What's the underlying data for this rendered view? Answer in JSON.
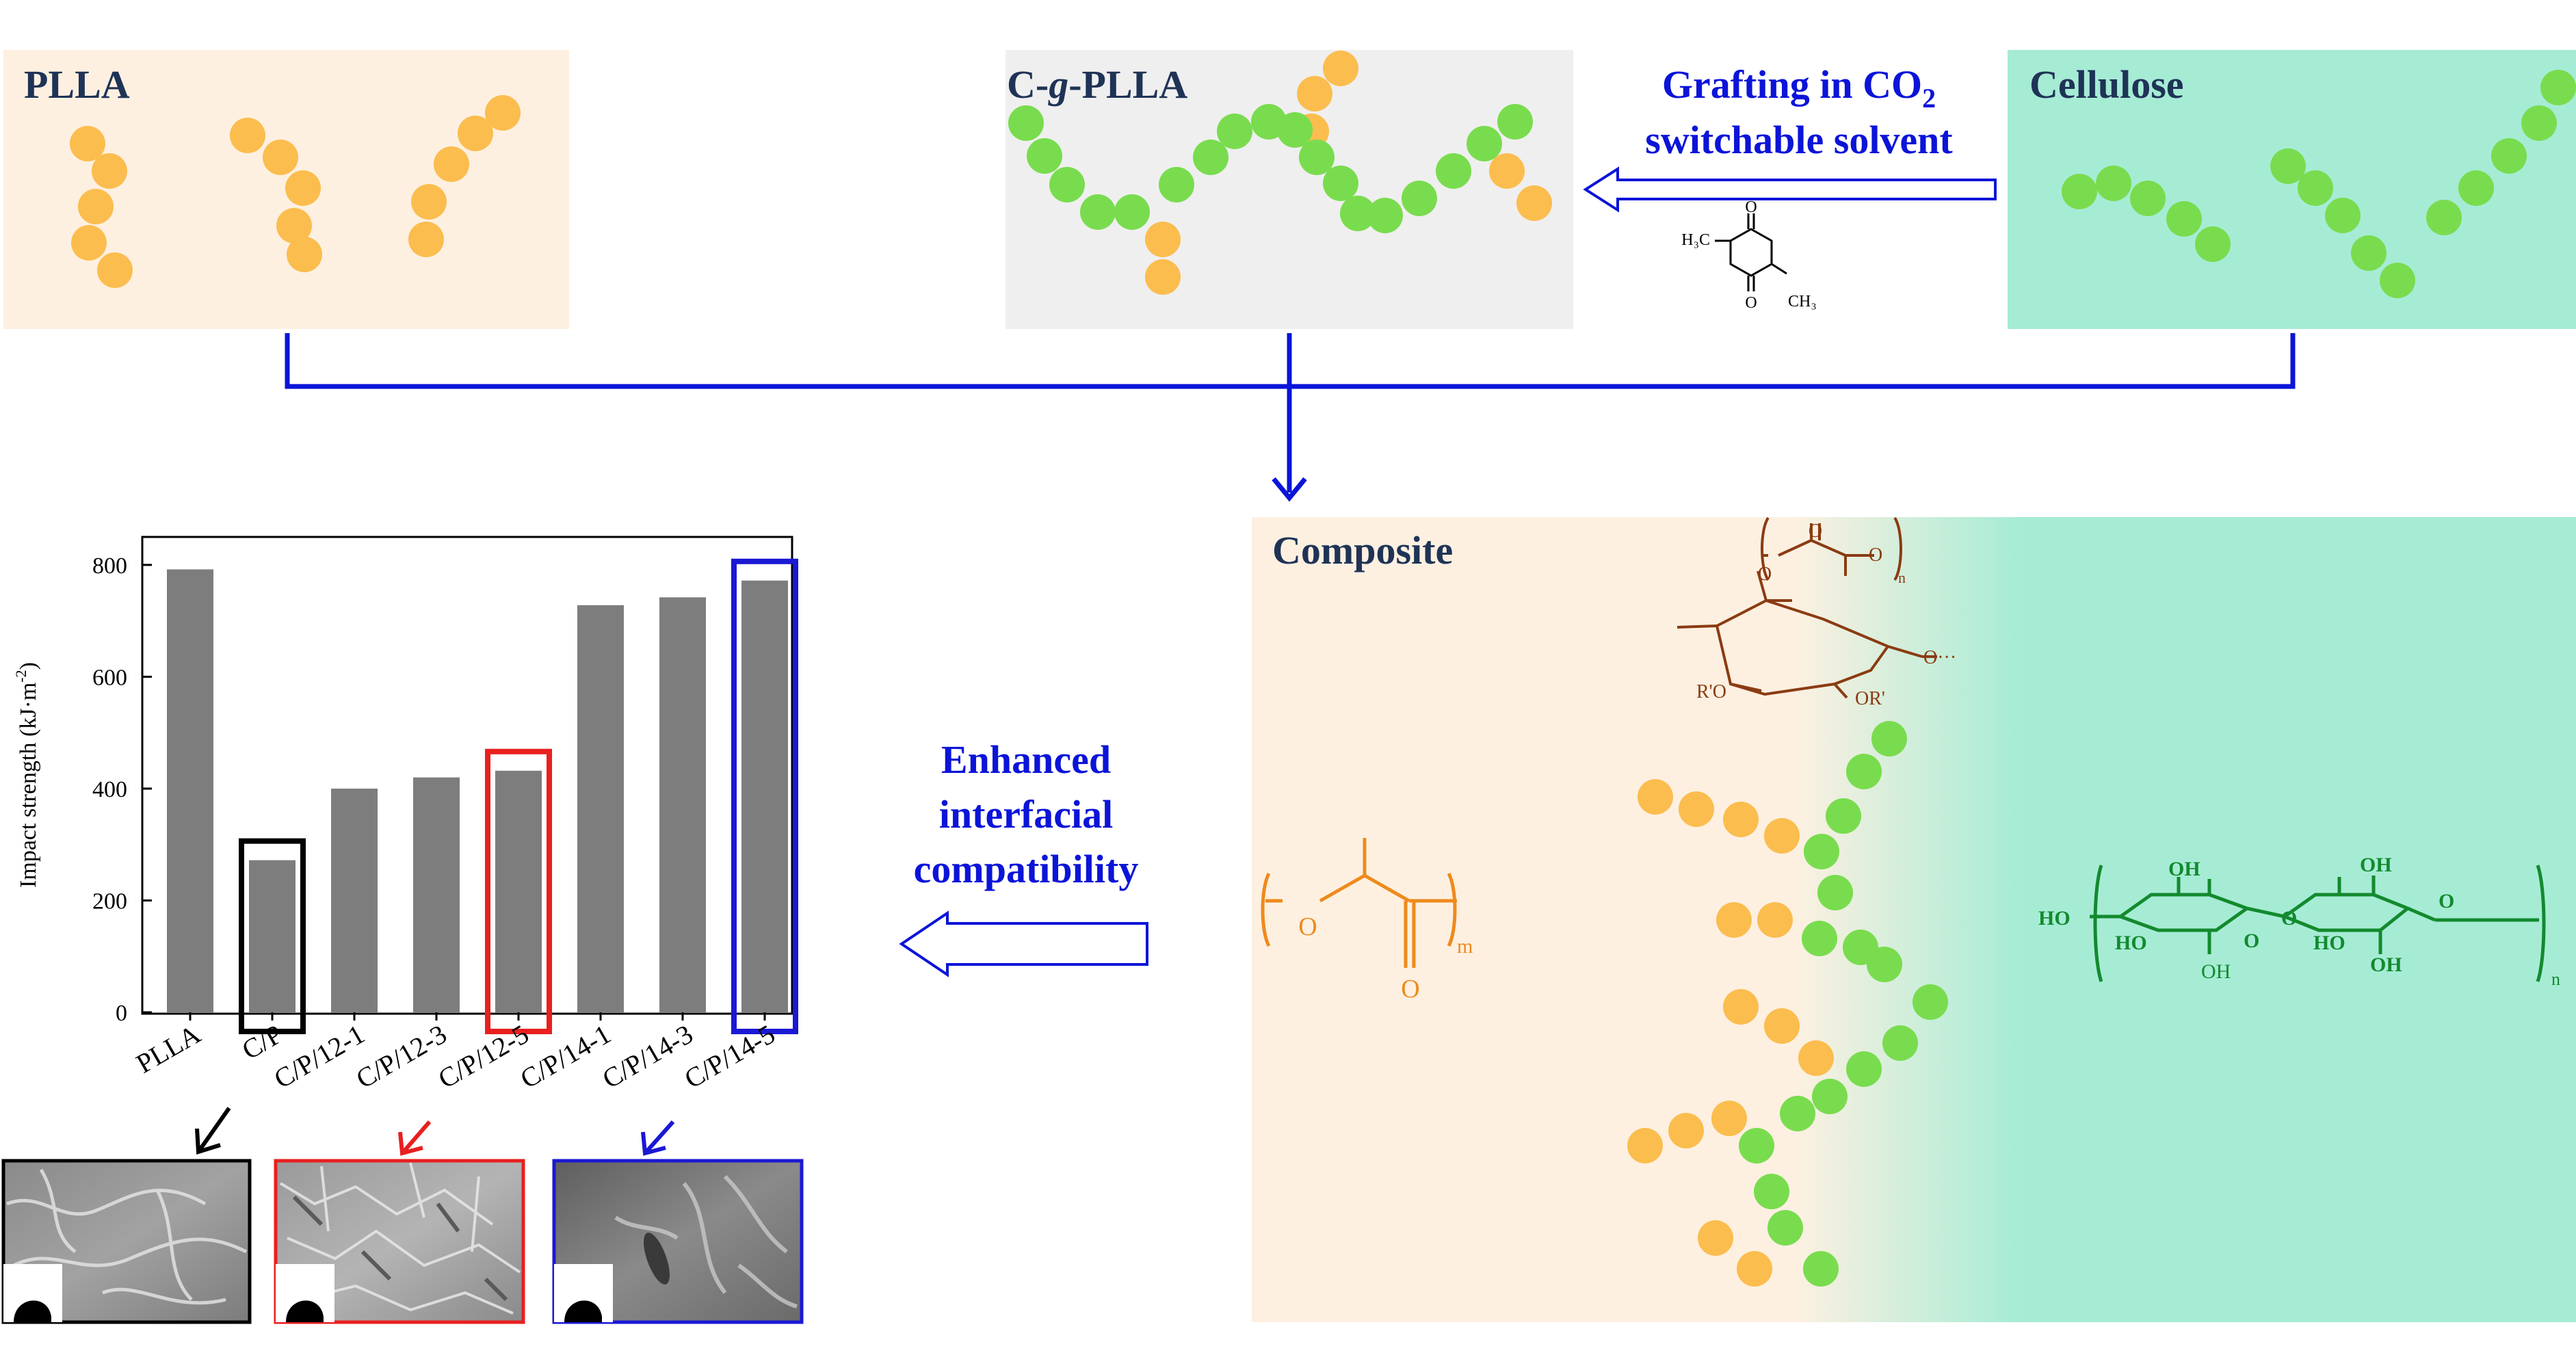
{
  "panels": {
    "plla": {
      "title": "PLLA"
    },
    "cgplla": {
      "title_prefix": "C-",
      "title_italic": "g",
      "title_suffix": "-PLLA"
    },
    "cellulose": {
      "title": "Cellulose"
    },
    "composite": {
      "title": "Composite"
    }
  },
  "grafting": {
    "line1_prefix": "Grafting in CO",
    "line1_sub": "2",
    "line2": "switchable solvent",
    "lactide_labels": {
      "h3c": "H₃C",
      "ch3": "CH₃",
      "o": "O"
    }
  },
  "enhanced": {
    "line1": "Enhanced",
    "line2": "interfacial",
    "line3": "compatibility"
  },
  "chem_labels": {
    "plla_repeat": "m",
    "o": "O",
    "graft_repeat": "n",
    "ro": "R'O",
    "or": "OR'",
    "dots": "O···",
    "ho": "HO",
    "oh": "OH",
    "cellulose_repeat": "n"
  },
  "colors": {
    "plla_panel": "#fdf0e1",
    "cgplla_panel": "#efefef",
    "cellulose_panel": "#a6ecd5",
    "orange_bead": "#fbbd4e",
    "green_bead": "#79dc4e",
    "arrow_blue": "#0b14d8",
    "title_navy": "#1f3356",
    "plla_structure": "#ef8a1c",
    "graft_structure": "#8b3b12",
    "cellulose_structure": "#138a2e",
    "bar_gray": "#7d7d7d",
    "highlight_black": "#000000",
    "highlight_red": "#e8201f",
    "highlight_blue": "#1b18d4"
  },
  "chart_data": {
    "type": "bar",
    "ylabel_main": "Impact strength (kJ·m",
    "ylabel_sup": "-2",
    "ylabel_end": ")",
    "ylim": [
      0,
      850
    ],
    "yticks": [
      0,
      200,
      400,
      600,
      800
    ],
    "categories": [
      "PLLA",
      "C/P",
      "C/P/12-1",
      "C/P/12-3",
      "C/P/12-5",
      "C/P/14-1",
      "C/P/14-3",
      "C/P/14-5"
    ],
    "values": [
      792,
      272,
      400,
      420,
      432,
      728,
      742,
      772
    ],
    "highlighted": {
      "C/P": "black",
      "C/P/12-5": "red",
      "C/P/14-5": "blue"
    }
  },
  "sem_images": [
    {
      "sample": "C/P",
      "frame": "black"
    },
    {
      "sample": "C/P/12-5",
      "frame": "red"
    },
    {
      "sample": "C/P/14-5",
      "frame": "blue"
    }
  ]
}
